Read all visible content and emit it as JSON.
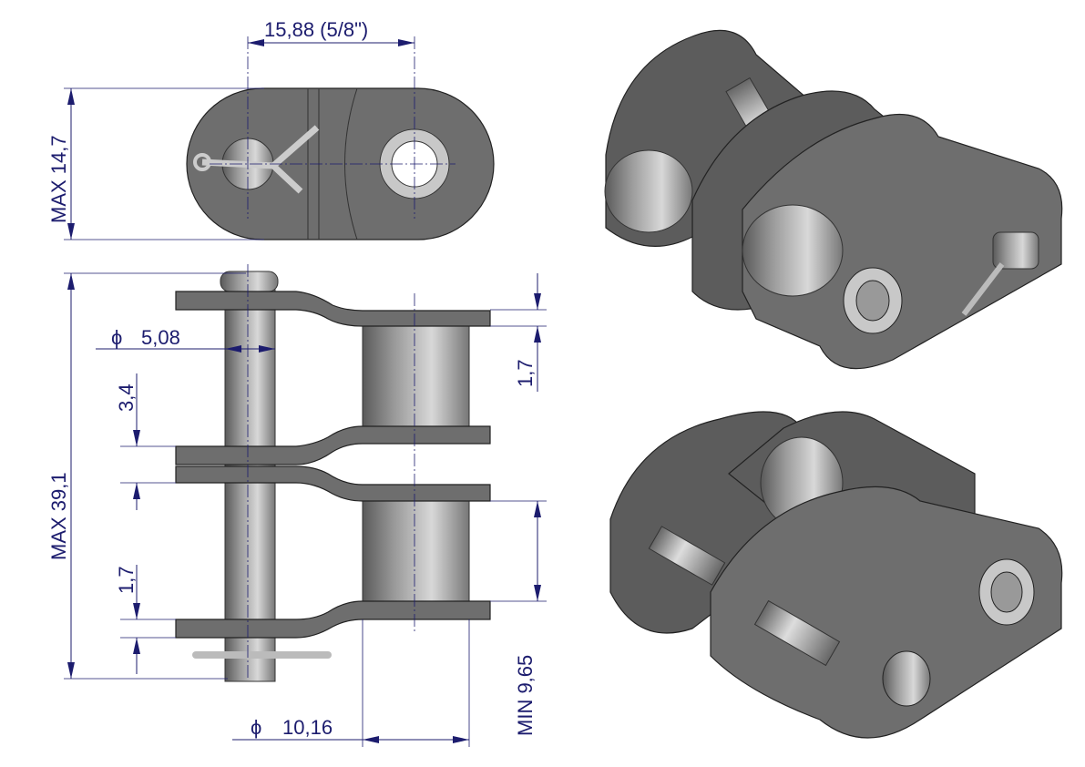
{
  "title": "Chain connecting link 5/8\" drawing",
  "dimensions": {
    "pitch": "15,88  (5/8\")",
    "plate_height": "MAX 14,7",
    "pin_diameter_symbol": "ϕ",
    "pin_diameter": "5,08",
    "plate_gap": "3,4",
    "overall_width": "MAX 39,1",
    "plate_thickness_right": "1,7",
    "plate_thickness_left": "1,7",
    "inner_width": "MIN 9,65",
    "roller_diameter_symbol": "ϕ",
    "roller_diameter": "10,16"
  },
  "colors": {
    "dimension": "#1c1c6e",
    "plate": "#6e6e6e",
    "steel": "#b0b0b0"
  }
}
